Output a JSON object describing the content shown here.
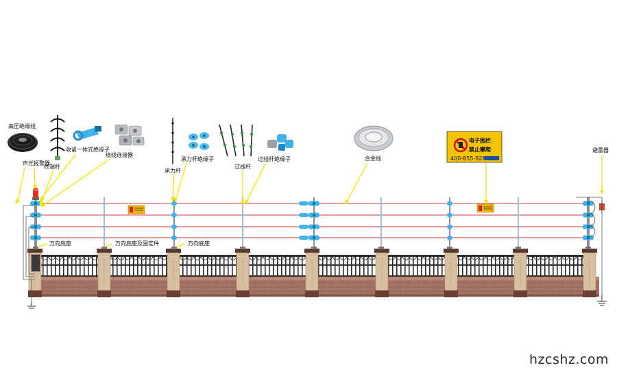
{
  "labels": {
    "high_voltage_cable": "高压绝缘线",
    "alarm": "声光报警器",
    "terminal_pole": "终端杆",
    "tension_insulator": "收紧一体式绝缘子",
    "wire_connector": "绕线连接器",
    "bearing_pole": "承力杆",
    "bearing_insulator": "承力杆绝缘子",
    "transit_pole": "过线杆",
    "transit_insulator": "过线杆绝缘子",
    "alloy_wire": "合金线",
    "lightning_arrester": "避雷器",
    "base_1": "万向底座",
    "base_fixed": "万向底座及固定件",
    "base_2": "万向底座"
  },
  "sign": {
    "line1": "电子围栏",
    "line2": "禁止攀爬",
    "phone": "400-855-8288"
  },
  "watermark": "hzcshz.com",
  "colors": {
    "wire": "#e06060",
    "callout": "#f2e600",
    "insulator": "#3fb3e8",
    "sign_bg": "#f5c400",
    "brick": "#a07060",
    "pillar": "#d8bfa0",
    "railing": "#2e2e2e"
  }
}
